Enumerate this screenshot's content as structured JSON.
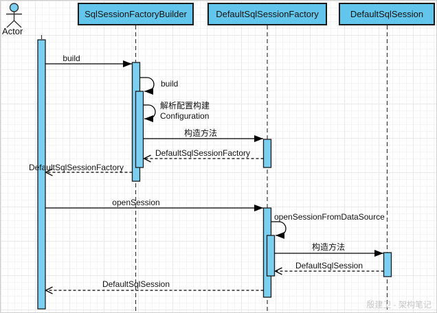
{
  "actor": {
    "label": "Actor"
  },
  "participants": [
    {
      "label": "SqlSessionFactoryBuilder"
    },
    {
      "label": "DefaultSqlSessionFactory"
    },
    {
      "label": "DefaultSqlSession"
    }
  ],
  "messages": {
    "build_call": "build",
    "build_self": "build",
    "parse_config_line1": "解析配置构建",
    "parse_config_line2": "Configuration",
    "constructor1": "构造方法",
    "return_factory_to_builder": "DefaultSqlSessionFactory",
    "return_factory_to_actor": "DefaultSqlSessionFactory",
    "open_session": "openSession",
    "open_session_from_datasource": "openSessionFromDataSource",
    "constructor2": "构造方法",
    "return_session_to_factory": "DefaultSqlSession",
    "return_session_to_actor": "DefaultSqlSession"
  },
  "watermark": "殷建卫 - 架构笔记",
  "colors": {
    "participant_fill": "#62c6ec",
    "activation_fill": "#7bd0f1",
    "shape_border": "#1a1a1a",
    "line": "#000000",
    "label_text": "#111111",
    "watermark_text": "#c6c6c6",
    "grid_minor": "#f4f4f4",
    "grid_major": "#e8e8e8"
  }
}
